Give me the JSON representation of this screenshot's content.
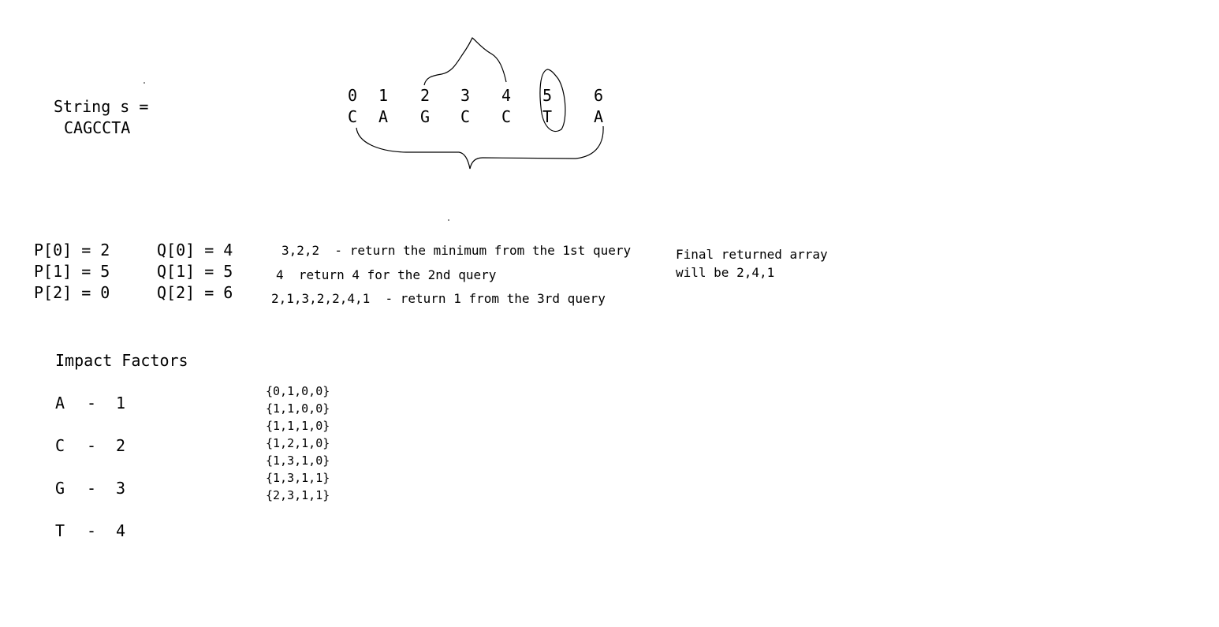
{
  "string_label": "String s =",
  "string_value": "CAGCCTA",
  "indices": [
    "0",
    "1",
    "2",
    "3",
    "4",
    "5",
    "6"
  ],
  "chars": [
    "C",
    "A",
    "G",
    "C",
    "C",
    "T",
    "A"
  ],
  "p_lines": [
    "P[0] = 2",
    "P[1] = 5",
    "P[2] = 0"
  ],
  "q_lines": [
    "Q[0] = 4",
    "Q[1] = 5",
    "Q[2] = 6"
  ],
  "notes": [
    "3,2,2  - return the minimum from the 1st query",
    "4  return 4 for the 2nd query",
    "2,1,3,2,2,4,1  - return 1 from the 3rd query"
  ],
  "final": [
    "Final returned array",
    "will be 2,4,1"
  ],
  "impact_title": "Impact Factors",
  "impact": [
    {
      "letter": "A",
      "dash": "-",
      "value": "1"
    },
    {
      "letter": "C",
      "dash": "-",
      "value": "2"
    },
    {
      "letter": "G",
      "dash": "-",
      "value": "3"
    },
    {
      "letter": "T",
      "dash": "-",
      "value": "4"
    }
  ],
  "prefix_counts": [
    "{0,1,0,0}",
    "{1,1,0,0}",
    "{1,1,1,0}",
    "{1,2,1,0}",
    "{1,3,1,0}",
    "{1,3,1,1}",
    "{2,3,1,1}"
  ]
}
